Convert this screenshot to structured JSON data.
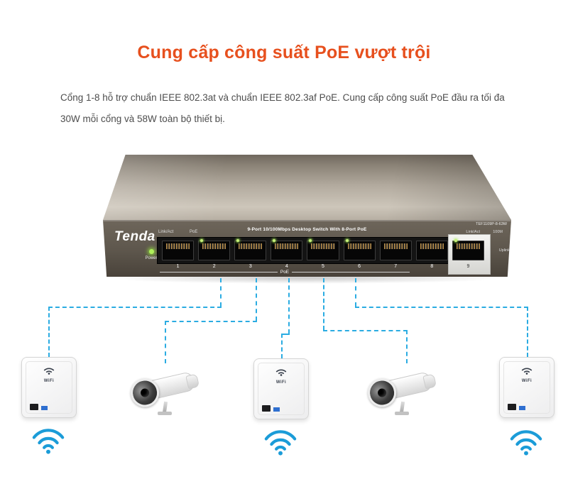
{
  "page": {
    "title": "Cung cấp công suất PoE vượt trội",
    "description": "Cổng 1-8 hỗ trợ chuẩn IEEE 802.3at và chuẩn IEEE 802.3af PoE. Cung cấp công suất PoE đầu ra tối đa 30W mỗi cổng và 58W toàn bộ thiết bị."
  },
  "switch": {
    "brand": "Tenda",
    "panel_title": "9-Port 10/100Mbps Desktop Switch With 8-Port PoE",
    "model": "TEF1109P-8-63W",
    "labels": {
      "link_act": "Link/Act",
      "poe": "PoE",
      "power": "Power",
      "link_act_right": "Link/Act",
      "speed": "100M",
      "uplink": "Uplink",
      "poe_group": "PoE"
    },
    "ports": [
      "1",
      "2",
      "3",
      "4",
      "5",
      "6",
      "7",
      "8",
      "9"
    ],
    "leds_on_ports": [
      "2",
      "3",
      "4",
      "5",
      "6",
      "9"
    ]
  },
  "devices": {
    "ap_label": "WiFi"
  },
  "colors": {
    "accent": "#e7501e",
    "connection_line": "#2bace2",
    "wifi_signal": "#1b9cd8",
    "led_green": "#aef05a"
  }
}
